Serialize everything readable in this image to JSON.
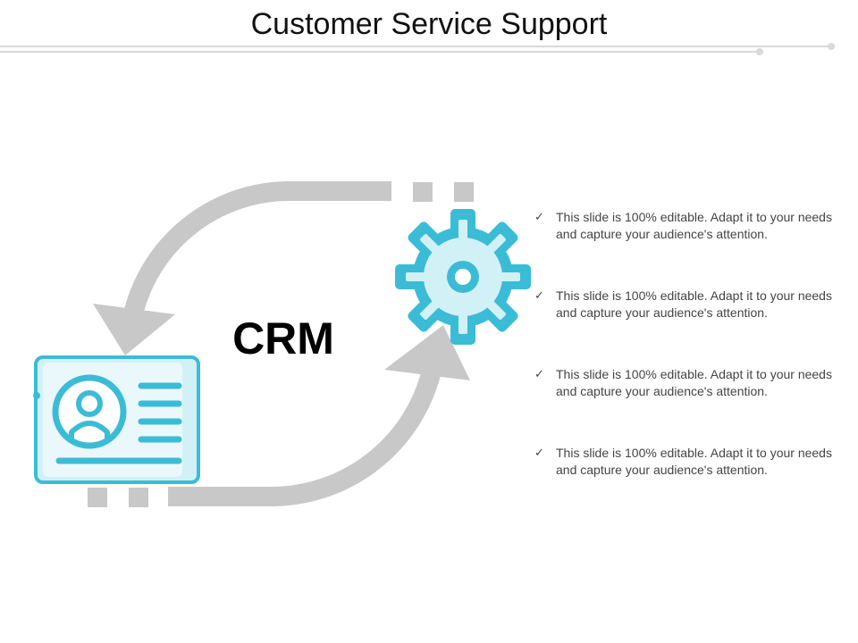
{
  "slide": {
    "title": "Customer Service Support",
    "center_label": "CRM"
  },
  "bullets": [
    {
      "text": "This slide is 100% editable. Adapt it to your needs and capture your audience's attention."
    },
    {
      "text": "This slide is 100% editable. Adapt it to your needs and capture your audience's attention."
    },
    {
      "text": "This slide is 100% editable. Adapt it to your needs and capture your audience's attention."
    },
    {
      "text": "This slide is 100% editable. Adapt it to your needs and capture your audience's attention."
    }
  ],
  "icons": {
    "bullet": "check-icon",
    "top_node": "gear-icon",
    "bottom_node": "contact-card-icon"
  },
  "colors": {
    "accent": "#3bbcd6",
    "accent_light": "#d2f1f7",
    "arrow": "#c8c8c8",
    "rule": "#d9d9d9"
  }
}
